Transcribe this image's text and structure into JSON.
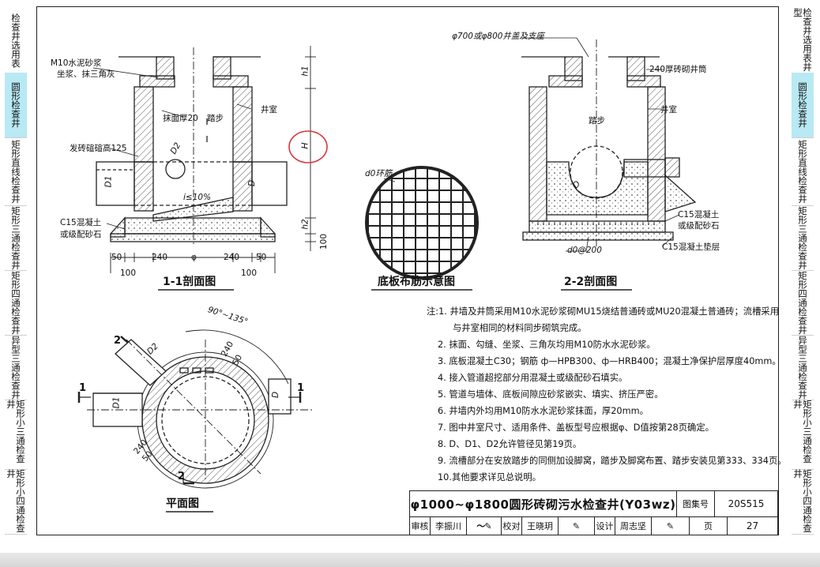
{
  "left_tabs": [
    {
      "text": "检查井选用表",
      "active": false
    },
    {
      "text": "圆形检查井",
      "active": true
    },
    {
      "text": "矩形直线检查井",
      "active": false
    },
    {
      "text": "矩形三通检查井",
      "active": false
    },
    {
      "text": "矩形四通检查井",
      "active": false
    },
    {
      "text": "异型三通检查井",
      "active": false
    },
    {
      "text": "矩形小三通检查井",
      "active": false
    },
    {
      "text": "矩形小四通检查井",
      "active": false
    }
  ],
  "right_tabs": [
    {
      "text": "检查井选用表井型",
      "active": false
    },
    {
      "text": "圆形检查井",
      "active": true
    },
    {
      "text": "矩形直线检查井",
      "active": false
    },
    {
      "text": "矩形三通检查井",
      "active": false
    },
    {
      "text": "矩形四通检查井",
      "active": false
    },
    {
      "text": "异型三通检查井",
      "active": false
    },
    {
      "text": "矩形小三通检查井",
      "active": false
    },
    {
      "text": "矩形小四通检查井",
      "active": false
    }
  ],
  "section11": {
    "title": "1-1剖面图",
    "label_mortar1": "M10水泥砂浆",
    "label_mortar2": "坐浆、抹三角灰",
    "label_plaster": "抹面厚20",
    "label_step": "踏步",
    "label_chamber": "井室",
    "label_brick": "发砖碹碹高125",
    "label_c15a": "C15混凝土",
    "label_c15b": "或级配砂石",
    "label_slope": "i≤10%",
    "label_d1": "D1",
    "label_d2": "D2",
    "label_d": "D",
    "label_h": "H",
    "label_h1": "h1",
    "label_h2": "h2",
    "label_100v": "100",
    "dims_top": [
      "50",
      "240",
      "φ",
      "240",
      "50"
    ],
    "dims_bottom": [
      "100",
      "100"
    ]
  },
  "plate": {
    "title": "底板布筋示意图",
    "label_ring": "d0环筋"
  },
  "section22": {
    "title": "2-2剖面图",
    "label_cover": "φ700或φ800井盖及支座",
    "label_neck": "240厚砖砌井筒",
    "label_chamber": "井室",
    "label_step": "踏步",
    "label_c15a": "C15混凝土",
    "label_c15b": "或级配砂石",
    "label_c15c": "C15混凝土垫层",
    "label_d": "D",
    "label_rebar": "d0@200"
  },
  "plan": {
    "title": "平面图",
    "label_angle": "90°~135°",
    "label_d1": "D1",
    "label_d2": "D2",
    "label_d": "D",
    "label_240a": "240",
    "label_50a": "50",
    "label_240b": "240",
    "label_50b": "50",
    "cut1": "1",
    "cut2": "2"
  },
  "notes": [
    "注:1. 井墙及井筒采用M10水泥砂浆砌MU15烧结普通砖或MU20混凝土普通砖；流槽采用",
    "与井室相同的材料同步砌筑完成。",
    "2. 抹面、勾缝、坐浆、三角灰均用M10防水水泥砂浆。",
    "3. 底板混凝土C30；钢筋 ф—HPB300、ф—HRB400；混凝土净保护层厚度40mm。",
    "4. 接入管道超挖部分用混凝土或级配砂石填实。",
    "5. 管道与墙体、底板间隙应砂浆嵌实、填实、挤压严密。",
    "6. 井墙内外均用M10防水水泥砂浆抹面，厚20mm。",
    "7. 图中井室尺寸、适用条件、盖板型号应根据φ、D值按第28页确定。",
    "8. D、D1、D2允许管径见第19页。",
    "9. 流槽部分在安放踏步的同侧加设脚窝，踏步及脚窝布置、踏步安装见第333、334页。",
    "10.其他要求详见总说明。"
  ],
  "title_block": {
    "title": "φ1000~φ1800圆形砖砌污水检查井(Y03wz)",
    "atlas_label": "图集号",
    "atlas_no": "20S515",
    "review_label": "审核",
    "reviewer": "李振川",
    "check_label": "校对",
    "checker": "王晓玥",
    "design_label": "设计",
    "designer": "周志坚",
    "page_label": "页",
    "page_no": "27"
  },
  "colors": {
    "line": "#222222",
    "hatch": "#777777",
    "tab_active": "#b8e9f4",
    "annotation": "#d9363e"
  }
}
